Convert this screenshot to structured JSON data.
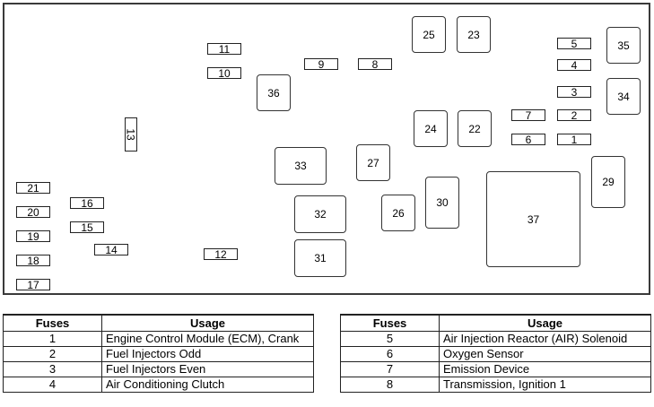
{
  "slots": {
    "s1": "1",
    "s2": "2",
    "s3": "3",
    "s4": "4",
    "s5": "5",
    "s6": "6",
    "s7": "7",
    "s8": "8",
    "s9": "9",
    "s10": "10",
    "s11": "11",
    "s12": "12",
    "s13": "13",
    "s14": "14",
    "s15": "15",
    "s16": "16",
    "s17": "17",
    "s18": "18",
    "s19": "19",
    "s20": "20",
    "s21": "21",
    "s22": "22",
    "s23": "23",
    "s24": "24",
    "s25": "25",
    "s26": "26",
    "s27": "27",
    "s29": "29",
    "s30": "30",
    "s31": "31",
    "s32": "32",
    "s33": "33",
    "s34": "34",
    "s35": "35",
    "s36": "36",
    "s37": "37"
  },
  "tables": {
    "left": {
      "headers": [
        "Fuses",
        "Usage"
      ],
      "rows": [
        {
          "fuse": "1",
          "usage": "Engine Control Module (ECM), Crank"
        },
        {
          "fuse": "2",
          "usage": "Fuel Injectors Odd"
        },
        {
          "fuse": "3",
          "usage": "Fuel Injectors Even"
        },
        {
          "fuse": "4",
          "usage": "Air Conditioning Clutch"
        }
      ]
    },
    "right": {
      "headers": [
        "Fuses",
        "Usage"
      ],
      "rows": [
        {
          "fuse": "5",
          "usage": "Air Injection Reactor (AIR) Solenoid"
        },
        {
          "fuse": "6",
          "usage": "Oxygen Sensor"
        },
        {
          "fuse": "7",
          "usage": "Emission Device"
        },
        {
          "fuse": "8",
          "usage": "Transmission, Ignition 1"
        }
      ]
    }
  }
}
